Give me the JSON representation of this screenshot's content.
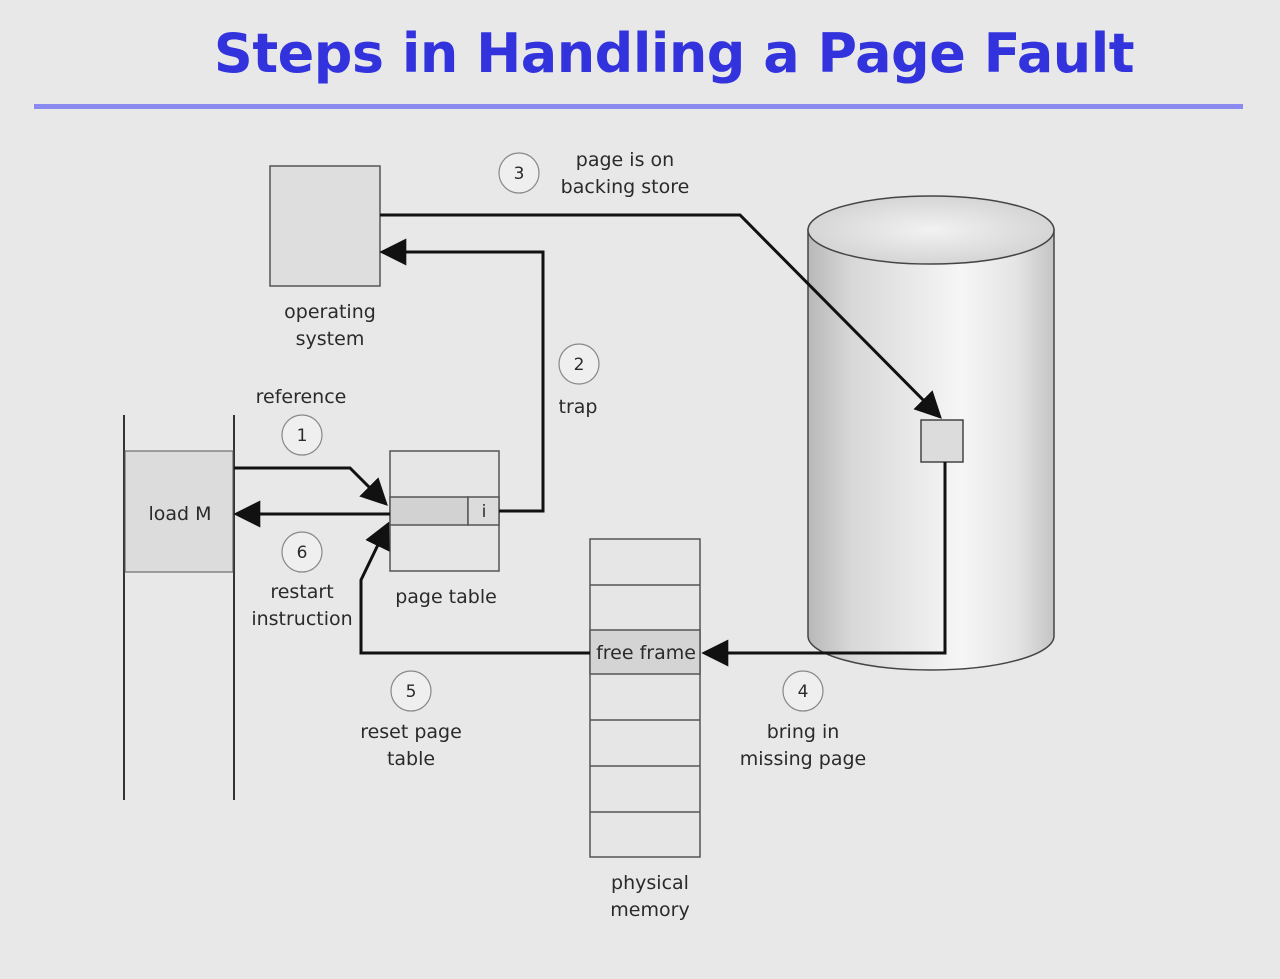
{
  "slide": {
    "title": "Steps in Handling a Page Fault"
  },
  "diagram": {
    "program": {
      "instruction": "load M"
    },
    "operating_system": {
      "label_line1": "operating",
      "label_line2": "system"
    },
    "page_table": {
      "label": "page table",
      "invalid_bit": "i"
    },
    "physical_memory": {
      "label_line1": "physical",
      "label_line2": "memory",
      "free_frame": "free frame"
    },
    "steps": [
      {
        "number": "1",
        "label_line1": "reference",
        "label_line2": ""
      },
      {
        "number": "2",
        "label_line1": "trap",
        "label_line2": ""
      },
      {
        "number": "3",
        "label_line1": "page is on",
        "label_line2": "backing store"
      },
      {
        "number": "4",
        "label_line1": "bring in",
        "label_line2": "missing page"
      },
      {
        "number": "5",
        "label_line1": "reset page",
        "label_line2": "table"
      },
      {
        "number": "6",
        "label_line1": "restart",
        "label_line2": "instruction"
      }
    ]
  },
  "colors": {
    "title": "#3333dd",
    "rule": "#8a8af0",
    "background": "#e8e8e8",
    "box_fill": "#dcdcdc",
    "stroke": "#111111"
  }
}
